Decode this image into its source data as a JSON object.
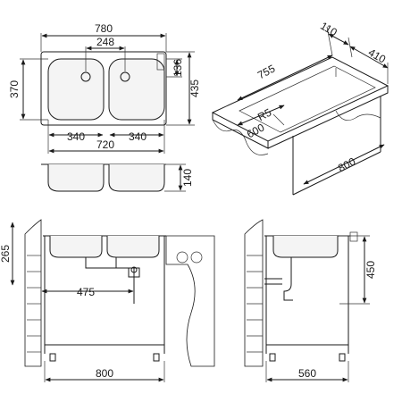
{
  "top_view": {
    "width_total": "780",
    "drain_spacing": "248",
    "depth_total": "435",
    "basin_depth": "370",
    "rear_offset": "136",
    "basin_left_width": "340",
    "basin_right_width": "340",
    "basins_total_width": "720"
  },
  "section_view": {
    "bowl_depth": "140"
  },
  "iso_view": {
    "ledge_depth": "110",
    "length": "755",
    "width": "410",
    "radius": "R5",
    "front_depth": "600",
    "cabinet_length": "800"
  },
  "front_install": {
    "top_offset": "265",
    "drain_offset": "475",
    "cabinet_width": "800"
  },
  "side_install": {
    "height": "450",
    "cabinet_depth": "560"
  }
}
